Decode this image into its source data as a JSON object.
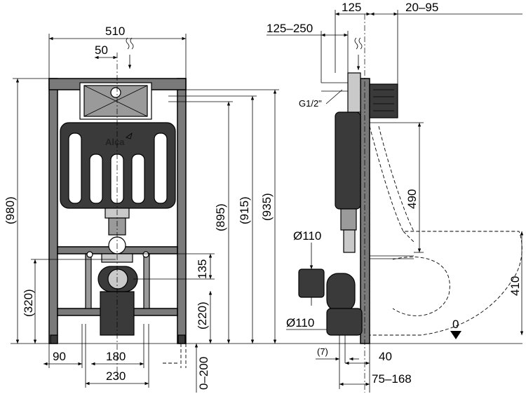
{
  "front_view": {
    "logo": "Alca",
    "width_total": "510",
    "button_offset": "50",
    "height_980": "(980)",
    "height_935": "(935)",
    "height_915": "(915)",
    "height_895": "(895)",
    "height_320": "(320)",
    "height_220": "(220)",
    "height_135": "135",
    "bottom_90": "90",
    "bottom_180": "180",
    "bottom_230": "230",
    "leg_range": "0–200"
  },
  "side_view": {
    "top_125": "125",
    "top_20_95": "20–95",
    "top_125_250": "125–250",
    "inlet_thread": "G1/2\"",
    "outlet_110_top": "Ø110",
    "outlet_110_bottom": "Ø110",
    "height_490": "490",
    "height_410": "410",
    "zero_mark": "0",
    "bottom_7": "(7)",
    "bottom_40": "40",
    "bottom_75_168": "75–168"
  },
  "colors": {
    "frame": "#7a7a7a",
    "tank": "#3a3a3a",
    "line": "#000000"
  }
}
